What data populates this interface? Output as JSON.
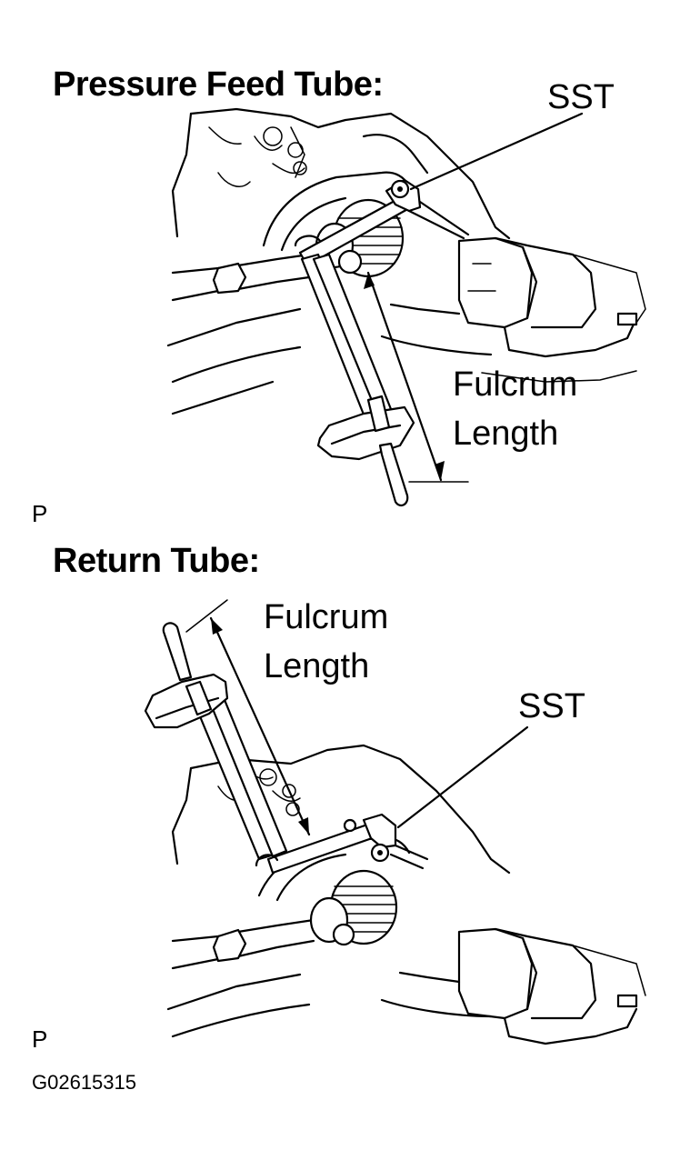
{
  "panels": [
    {
      "title": "Pressure Feed Tube:",
      "sst_label": "SST",
      "fulcrum_label_line1": "Fulcrum",
      "fulcrum_label_line2": "Length",
      "marker": "P"
    },
    {
      "title": "Return Tube:",
      "sst_label": "SST",
      "fulcrum_label_line1": "Fulcrum",
      "fulcrum_label_line2": "Length",
      "marker": "P"
    }
  ],
  "figure_code": "G02615315"
}
